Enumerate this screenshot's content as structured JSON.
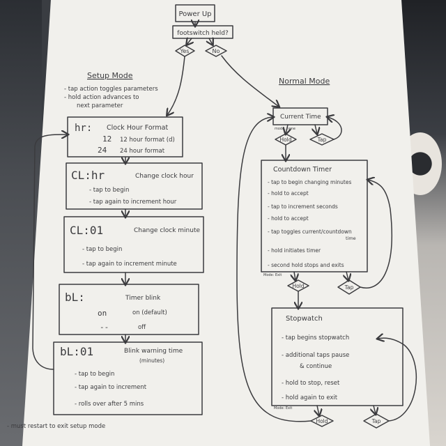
{
  "flow": {
    "power_up": "Power Up",
    "question": "footswitch held?",
    "yes": "Yes",
    "no": "No"
  },
  "setup": {
    "title": "Setup Mode",
    "notes": [
      "- tap action toggles parameters",
      "- hold action advances to",
      "next parameter"
    ],
    "boxes": {
      "hour": {
        "code": "hr:",
        "title": "Clock Hour Format",
        "opt1_code": "12",
        "opt1": "12 hour format (d)",
        "opt2_code": "24",
        "opt2": "24 hour format"
      },
      "chr": {
        "code": "CL:hr",
        "title": "Change clock hour",
        "l1": "- tap to begin",
        "l2": "- tap again to increment hour"
      },
      "cmin": {
        "code": "CL:01",
        "title": "Change clock minute",
        "l1": "- tap to begin",
        "l2": "- tap again to increment minute"
      },
      "blink": {
        "code": "bL:",
        "title": "Timer blink",
        "opt1_code": "on",
        "opt1": "on (default)",
        "opt2_code": "--",
        "opt2": "off"
      },
      "warn": {
        "code": "bL:01",
        "title": "Blink warning time",
        "sub": "(minutes)",
        "l1": "- tap to begin",
        "l2": "- tap again to increment",
        "l3": "- rolls over after 5 mins"
      }
    },
    "footer": "- must restart to exit setup mode"
  },
  "normal": {
    "title": "Normal Mode",
    "current": {
      "title": "Current Time",
      "tag": "mode: none",
      "hold": "Hold",
      "tap": "Tap"
    },
    "countdown": {
      "title": "Countdown Timer",
      "lines": [
        "- tap to begin changing minutes",
        "- hold to accept",
        "- tap to increment seconds",
        "- hold to accept",
        "- tap toggles current/countdown",
        "time",
        "- hold initiates timer",
        "- second hold stops and exits"
      ],
      "tag": "Mode: Exit",
      "hold": "Hold",
      "tap": "Tap"
    },
    "stopwatch": {
      "title": "Stopwatch",
      "lines": [
        "- tap begins stopwatch",
        "- additional taps pause",
        "& continue",
        "- hold to stop, reset",
        "- hold again to exit"
      ],
      "tag": "Mode: Exit",
      "hold": "Hold",
      "tap": "Tap"
    }
  }
}
